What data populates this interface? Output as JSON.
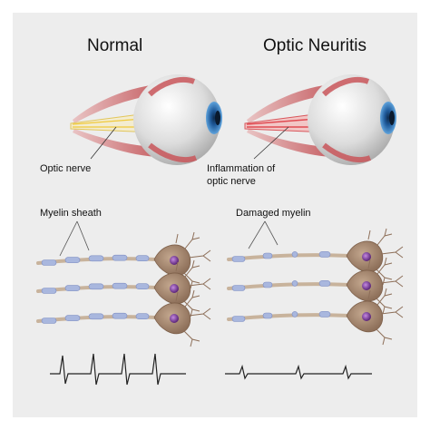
{
  "titles": {
    "normal": "Normal",
    "optic_neuritis": "Optic Neuritis"
  },
  "labels": {
    "optic_nerve": "Optic nerve",
    "inflammation_line1": "Inflammation of",
    "inflammation_line2": "optic nerve",
    "myelin_sheath": "Myelin sheath",
    "damaged_myelin": "Damaged myelin"
  },
  "colors": {
    "poster_background": "#ededed",
    "muscle": "#c9565a",
    "eyeball": "#dedede",
    "iris": "#2f6fb3",
    "axon": "#c8b39c",
    "myelin": "#a9b7de",
    "neuron_body": "#a88a72",
    "nucleus": "#7b3f9a",
    "signal": "#222222"
  },
  "signals": {
    "normal": "sharp-spikes",
    "optic_neuritis": "weak-spikes"
  }
}
